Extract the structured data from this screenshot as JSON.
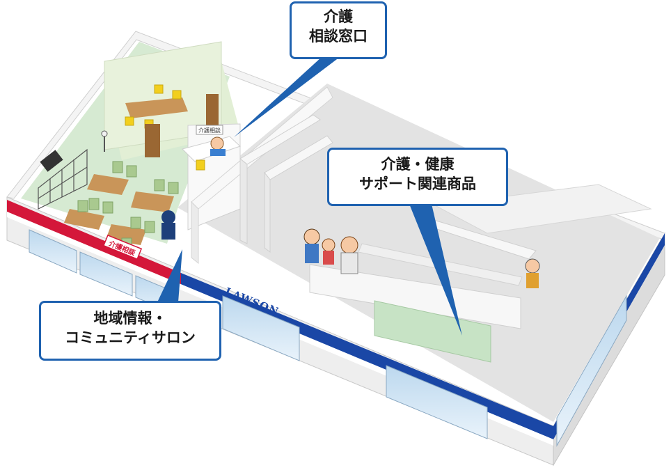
{
  "store": {
    "brand_sign": "LAWSON",
    "care_sign": "介護相談",
    "desk_sign": "介護相談"
  },
  "callouts": {
    "care_consultation": {
      "line1": "介護",
      "line2": "相談窓口"
    },
    "care_health_products": {
      "line1": "介護・健康",
      "line2": "サポート関連商品"
    },
    "community_salon": {
      "line1": "地域情報・",
      "line2": "コミュニティサロン"
    }
  },
  "colors": {
    "callout_border": "#1f62b0",
    "stripe_red": "#d4173a",
    "stripe_blue": "#1a47a6",
    "salon_floor": "#d6ead2",
    "store_floor": "#e3e3e3",
    "shelf_white": "#f7f7f7",
    "product_shelf_green": "#c7e3c5",
    "chair_green": "#a9c98f",
    "table_wood": "#c99559",
    "chair_yellow": "#f2cf1e"
  }
}
